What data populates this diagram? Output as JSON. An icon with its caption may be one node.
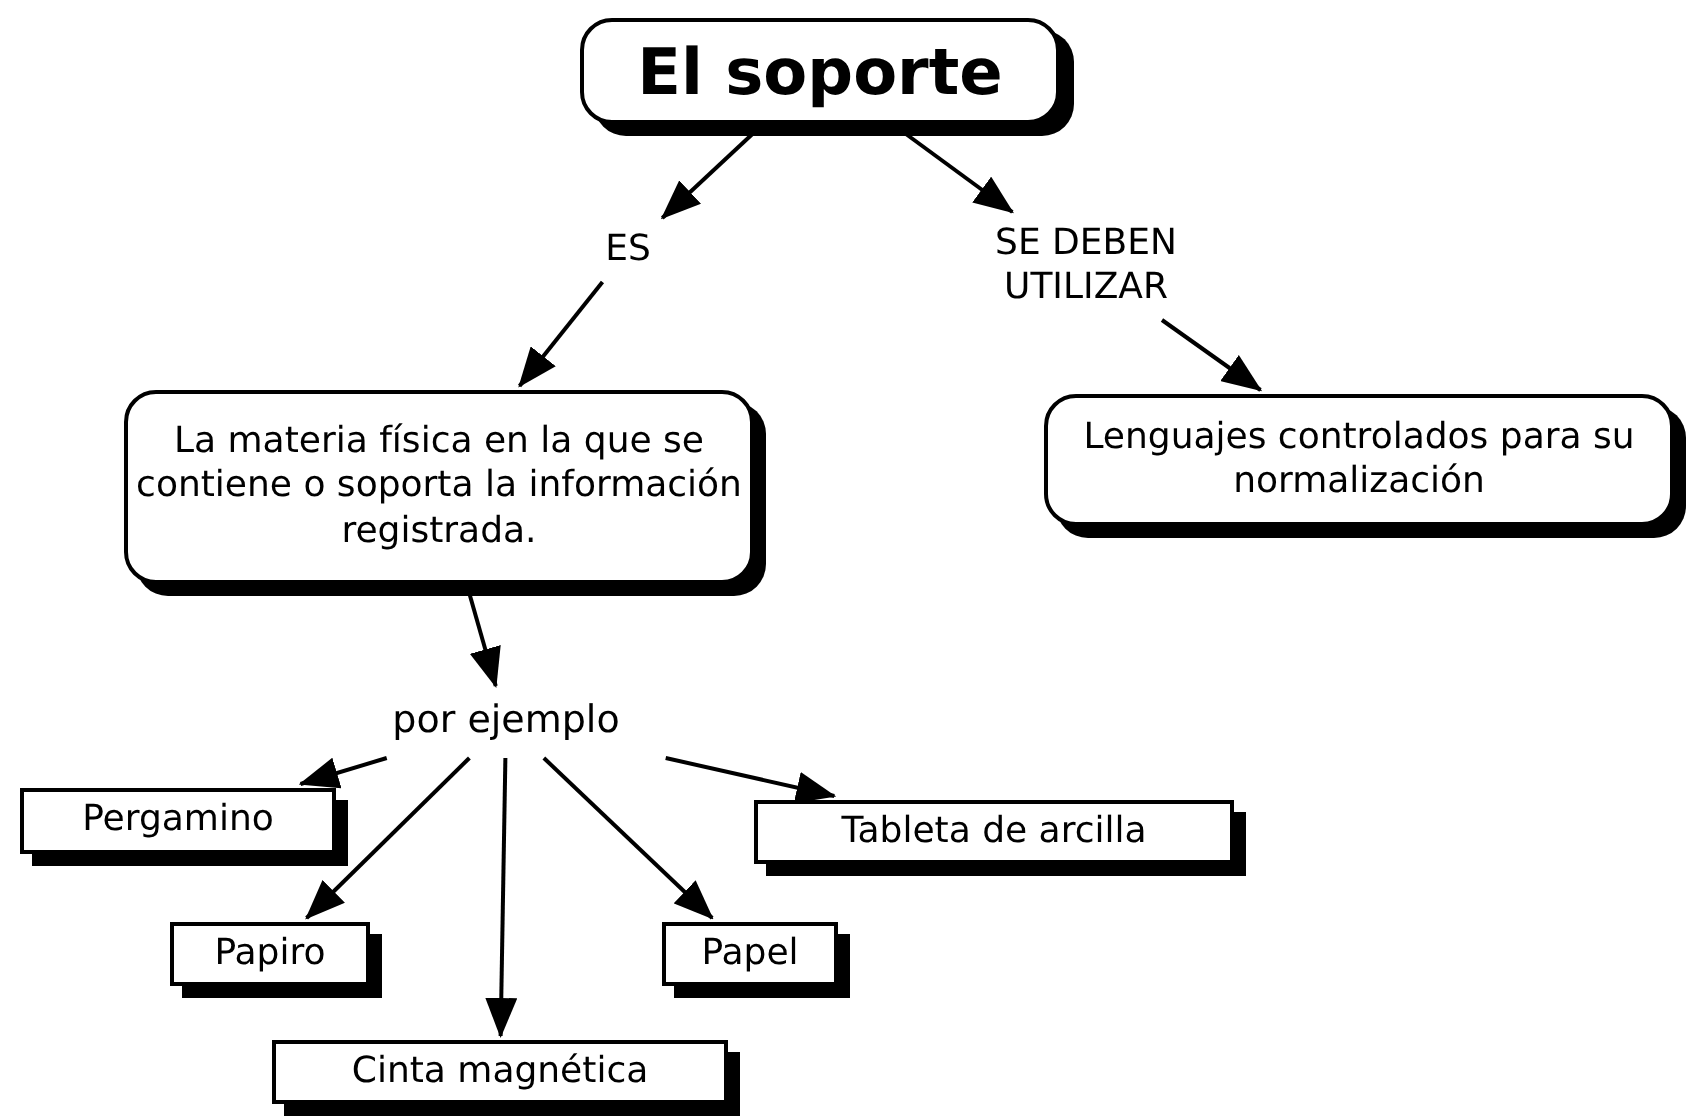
{
  "diagram": {
    "nodes": [
      {
        "text": [
          "El soporte"
        ]
      },
      {
        "text": [
          "ES"
        ]
      },
      {
        "text": [
          "SE DEBEN UTILIZAR"
        ]
      },
      {
        "text": [
          "La materia física en la que se contiene o soporta la información registrada."
        ]
      },
      {
        "text": [
          "Lenguajes controlados para su normalización"
        ]
      },
      {
        "text": [
          "por ejemplo"
        ]
      },
      {
        "text": [
          "Pergamino"
        ]
      },
      {
        "text": [
          "Tableta de arcilla"
        ]
      },
      {
        "text": [
          "Papiro"
        ]
      },
      {
        "text": [
          "Papel"
        ]
      },
      {
        "text": [
          "Cinta magnética"
        ]
      }
    ],
    "edges": [
      {
        "from": 0,
        "to": 1,
        "arrow": "to"
      },
      {
        "from": 1,
        "to": 3,
        "arrow": "to"
      },
      {
        "from": 0,
        "to": 2,
        "arrow": "to"
      },
      {
        "from": 2,
        "to": 4,
        "arrow": "to"
      },
      {
        "from": 3,
        "to": 5,
        "arrow": "to"
      },
      {
        "from": 5,
        "to": 6,
        "arrow": "to"
      },
      {
        "from": 5,
        "to": 7,
        "arrow": "to"
      },
      {
        "from": 5,
        "to": 8,
        "arrow": "to"
      },
      {
        "from": 5,
        "to": 9,
        "arrow": "to"
      },
      {
        "from": 5,
        "to": 10,
        "arrow": "to"
      }
    ]
  }
}
